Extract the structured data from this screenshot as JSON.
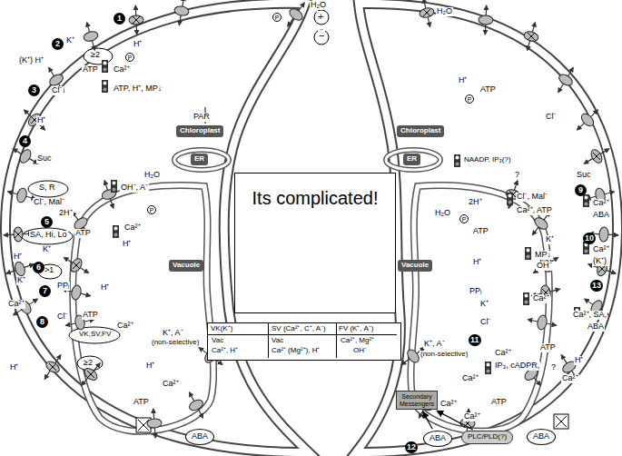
{
  "diagram": {
    "nodes": [
      {
        "text": [
          "Its complicated!"
        ]
      },
      {
        "text": [
          "Chloroplast"
        ]
      },
      {
        "text": [
          "Chloroplast"
        ]
      },
      {
        "text": [
          "ER"
        ]
      },
      {
        "text": [
          "ER"
        ]
      },
      {
        "text": [
          "Vacuole"
        ]
      },
      {
        "text": [
          "Vacuole"
        ]
      },
      {
        "text": [
          "VK(K⁺)",
          "SV (Ca²⁺, C⁺, A⁻)",
          "FV (K⁺, A⁻)",
          "Vac",
          "Ca²⁺, H⁺",
          "Vac",
          "Ca²⁺ (Mg²⁺), H⁺",
          "Ca²⁺, Mg²⁺",
          "OH⁻"
        ]
      },
      {
        "text": [
          "ABA"
        ]
      },
      {
        "text": [
          "ABA"
        ]
      },
      {
        "text": [
          "Secondary Messengers"
        ]
      },
      {
        "text": [
          "PLC/PLD(?)"
        ]
      },
      {
        "text": [
          "ABA"
        ]
      }
    ],
    "edges": [
      {
        "from": 9,
        "to": 10,
        "arrow": "to"
      },
      {
        "from": 11,
        "to": 10,
        "arrow": "to"
      }
    ],
    "labels": [
      "H₂O",
      "+",
      "−",
      "1",
      "2",
      "K⁺",
      "(K⁺) H⁺",
      "≥2",
      "H⁺",
      "ATP",
      "Ca²⁺",
      "ATP, H⁺, MP↓",
      "3",
      "Cl⁻",
      "H⁺",
      "4",
      "Suc",
      "S, R",
      "Cl⁻, Mal⁻",
      "SA, Hi, Lo",
      "K⁺",
      ">1",
      "Ca²⁺",
      "ATP",
      "Ca²⁺",
      "H⁺",
      "5",
      "2H⁺",
      "OH⁻, A⁻",
      "H₂O",
      "ATP",
      "Ca²⁺",
      "H⁺",
      "6",
      "H⁺",
      "PPᵢ",
      "7",
      "K⁺",
      "H⁺",
      "8",
      "Cl⁻",
      "VK,SV,FV",
      "K⁺, A⁻",
      "(non-selective)",
      "≥2",
      "H⁺",
      "Ca²⁺",
      "ATP",
      "PAR",
      "H₂O",
      "H⁺",
      "ATP",
      "Cl⁻",
      "NAADP, IP₃(?)",
      "?",
      "Suc",
      "9",
      "Cl⁻, Mal⁻",
      "Ca²⁺, ATP",
      "Ca²⁺",
      "ABA",
      "10",
      "K⁺",
      "MP↓",
      "OH⁻",
      "Ca²⁺",
      "(K⁺)",
      "13",
      "Ca²⁺",
      "Ca²⁺, SA,",
      "ABA",
      "ATP",
      "H⁺",
      "?",
      "Ca²⁺",
      "2H⁺",
      "H₂O",
      "ATP",
      "H⁺",
      "PPᵢ",
      "K⁺",
      "Cl⁻",
      "11",
      "K⁺, A⁻",
      "(non-selective)",
      "Ca²⁺",
      "IP₃, cADPR,",
      "Ca²⁺",
      "Ca²⁺",
      "ATP",
      "Ca²⁺",
      "12",
      "P",
      "P",
      "P",
      "P",
      "P"
    ]
  }
}
